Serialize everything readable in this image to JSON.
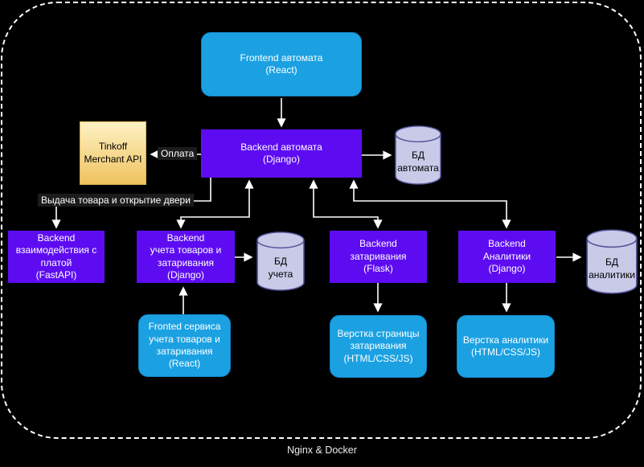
{
  "colors": {
    "background": "#000000",
    "node_blue": "#1BA1E2",
    "node_purple": "#5D0CF2",
    "yellow_top": "#FDF2C4",
    "yellow_bottom": "#EFC25E",
    "cylinder_fill": "#C9CAE8",
    "cylinder_stroke": "#54549B",
    "line": "#FFFFFF"
  },
  "nodes": {
    "frontend_automata": {
      "label": "Frontend автомата\n(React)"
    },
    "backend_automata": {
      "label": "Backend автомата\n(Django)"
    },
    "tinkoff_api": {
      "label": "Tinkoff\nMerchant API"
    },
    "db_automata": {
      "label": "БД\nавтомата"
    },
    "backend_board": {
      "label": "Backend\nвзаимодействия  с\nплатой\n(FastAPI)"
    },
    "backend_inventory": {
      "label": "Backend\nучета товаров и\nзатаривания\n(Django)"
    },
    "db_inventory": {
      "label": "БД\nучета"
    },
    "backend_stocking": {
      "label": "Backend\nзатаривания\n(Flask)"
    },
    "backend_analytics": {
      "label": "Backend\nАналитики\n(Django)"
    },
    "db_analytics": {
      "label": "БД\nаналитики"
    },
    "frontend_inventory": {
      "label": "Fronted сервиса\nучета товаров и\nзатаривания\n(React)"
    },
    "layout_stocking": {
      "label": "Верстка страницы\nзатаривания\n(HTML/CSS/JS)"
    },
    "layout_analytics": {
      "label": "Верстка аналитики\n(HTML/CSS/JS)"
    }
  },
  "edge_labels": {
    "payment": "Оплата",
    "dispense": "Выдача товара и открытие двери"
  },
  "footer": "Nginx & Docker"
}
